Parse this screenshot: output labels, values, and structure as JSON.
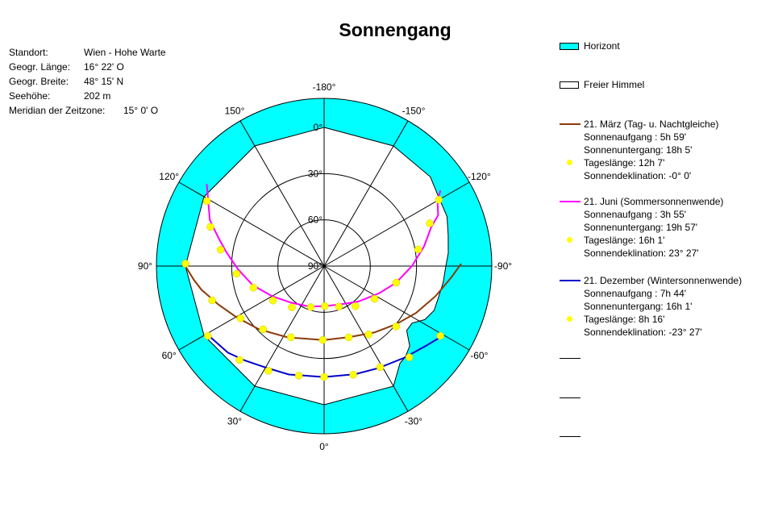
{
  "title": "Sonnengang",
  "info": [
    {
      "label": "Standort:",
      "value": "Wien - Hohe Warte"
    },
    {
      "label": "Geogr. Länge:",
      "value": "16° 22' O"
    },
    {
      "label": "Geogr. Breite:",
      "value": "48° 15' N"
    },
    {
      "label": "Seehöhe:",
      "value": "202 m"
    },
    {
      "label": "Meridian der Zeitzone:",
      "value": "15° 0' O"
    }
  ],
  "legend": {
    "horizon": {
      "label": "Horizont",
      "color": "#00ffff"
    },
    "sky": {
      "label": "Freier Himmel",
      "color": "#ffffff"
    },
    "series": [
      {
        "name": "21. März (Tag- u. Nachtgleiche)",
        "color": "#8b3a0a",
        "sunrise": "Sonnenaufgang  : 5h 59'",
        "sunset": "Sonnenuntergang: 18h 5'",
        "daylength": "Tageslänge: 12h 7'",
        "declination": "Sonnendeklination: -0° 0'"
      },
      {
        "name": "21. Juni (Sommersonnenwende)",
        "color": "#ff00ff",
        "sunrise": "Sonnenaufgang  : 3h 55'",
        "sunset": "Sonnenuntergang: 19h 57'",
        "daylength": "Tageslänge: 16h 1'",
        "declination": "Sonnendeklination: 23° 27'"
      },
      {
        "name": "21. Dezember (Wintersonnenwende)",
        "color": "#0000cc",
        "sunrise": "Sonnenaufgang  : 7h 44'",
        "sunset": "Sonnenuntergang: 16h 1'",
        "daylength": "Tageslänge: 8h 16'",
        "declination": "Sonnendeklination: -23° 27'"
      }
    ],
    "marker_color": "#ffff00"
  },
  "chart_data": {
    "type": "polar-sunpath",
    "title": "Sonnengang",
    "azimuth_labels": [
      {
        "az": 180,
        "text": "-180°"
      },
      {
        "az": 150,
        "text": "150°"
      },
      {
        "az": -150,
        "text": "-150°"
      },
      {
        "az": 120,
        "text": "120°"
      },
      {
        "az": -120,
        "text": "-120°"
      },
      {
        "az": 90,
        "text": "90°"
      },
      {
        "az": -90,
        "text": "-90°"
      },
      {
        "az": 60,
        "text": "60°"
      },
      {
        "az": -60,
        "text": "-60°"
      },
      {
        "az": 30,
        "text": "30°"
      },
      {
        "az": -30,
        "text": "-30°"
      },
      {
        "az": 0,
        "text": "0°"
      }
    ],
    "altitude_rings": [
      0,
      30,
      60,
      90
    ],
    "altitude_labels": [
      "0°",
      "30°",
      "60°",
      "90°"
    ],
    "radial_lines_every_deg": 30,
    "horizon_profile": [
      {
        "az": -180,
        "alt": 0
      },
      {
        "az": -150,
        "alt": 0
      },
      {
        "az": -130,
        "alt": 0
      },
      {
        "az": -122,
        "alt": 3
      },
      {
        "az": -112,
        "alt": 4
      },
      {
        "az": -104,
        "alt": 7
      },
      {
        "az": -96,
        "alt": 9
      },
      {
        "az": -90,
        "alt": 11
      },
      {
        "az": -82,
        "alt": 12
      },
      {
        "az": -75,
        "alt": 13
      },
      {
        "az": -68,
        "alt": 13
      },
      {
        "az": -62,
        "alt": 16
      },
      {
        "az": -57,
        "alt": 22
      },
      {
        "az": -52,
        "alt": 22
      },
      {
        "az": -47,
        "alt": 14
      },
      {
        "az": -42,
        "alt": 11
      },
      {
        "az": -38,
        "alt": 10
      },
      {
        "az": -30,
        "alt": 0
      },
      {
        "az": 0,
        "alt": 0
      },
      {
        "az": 30,
        "alt": 0
      },
      {
        "az": 60,
        "alt": 0
      },
      {
        "az": 90,
        "alt": 0
      },
      {
        "az": 120,
        "alt": 0
      },
      {
        "az": 150,
        "alt": 0
      },
      {
        "az": 180,
        "alt": 0
      }
    ],
    "series": [
      {
        "name": "21. März (Tag- u. Nachtgleiche)",
        "points": [
          {
            "az": 91,
            "alt": -1
          },
          {
            "az": 84,
            "alt": 5
          },
          {
            "az": 79,
            "alt": 9
          },
          {
            "az": 70,
            "alt": 17
          },
          {
            "az": 60,
            "alt": 24
          },
          {
            "az": 46,
            "alt": 31
          },
          {
            "az": 27,
            "alt": 38
          },
          {
            "az": 0,
            "alt": 42
          },
          {
            "az": -20,
            "alt": 41
          },
          {
            "az": -37,
            "alt": 36
          },
          {
            "az": -51,
            "alt": 30
          },
          {
            "az": -63,
            "alt": 23
          },
          {
            "az": -75,
            "alt": 15
          },
          {
            "az": -85,
            "alt": 7
          },
          {
            "az": -91,
            "alt": 1
          }
        ],
        "markers": [
          {
            "az": 91,
            "alt": 0
          },
          {
            "az": 73,
            "alt": 14
          },
          {
            "az": 58,
            "alt": 26
          },
          {
            "az": 44,
            "alt": 33
          },
          {
            "az": 25,
            "alt": 39
          },
          {
            "az": 1,
            "alt": 42
          },
          {
            "az": -19,
            "alt": 41
          },
          {
            "az": -33,
            "alt": 37
          },
          {
            "az": -50,
            "alt": 29
          }
        ]
      },
      {
        "name": "21. Juni (Sommersonnenwende)",
        "points": [
          {
            "az": 125,
            "alt": -3
          },
          {
            "az": 121,
            "alt": 2
          },
          {
            "az": 112,
            "alt": 10
          },
          {
            "az": 105,
            "alt": 19
          },
          {
            "az": 98,
            "alt": 26
          },
          {
            "az": 88,
            "alt": 34
          },
          {
            "az": 75,
            "alt": 42
          },
          {
            "az": 60,
            "alt": 51
          },
          {
            "az": 42,
            "alt": 58
          },
          {
            "az": 20,
            "alt": 62
          },
          {
            "az": 0,
            "alt": 64
          },
          {
            "az": -23,
            "alt": 63
          },
          {
            "az": -44,
            "alt": 58
          },
          {
            "az": -64,
            "alt": 50
          },
          {
            "az": -77,
            "alt": 42
          },
          {
            "az": -90,
            "alt": 33
          },
          {
            "az": -101,
            "alt": 24
          },
          {
            "az": -110,
            "alt": 16
          },
          {
            "az": -114,
            "alt": 9
          },
          {
            "az": -120,
            "alt": 5
          },
          {
            "az": -123,
            "alt": 0
          }
        ],
        "markers": [
          {
            "az": 119,
            "alt": 3
          },
          {
            "az": 109,
            "alt": 12
          },
          {
            "az": 99,
            "alt": 22
          },
          {
            "az": 85,
            "alt": 33
          },
          {
            "az": 73,
            "alt": 42
          },
          {
            "az": 56,
            "alt": 50
          },
          {
            "az": 38,
            "alt": 56
          },
          {
            "az": 18,
            "alt": 62
          },
          {
            "az": -1,
            "alt": 64
          },
          {
            "az": -20,
            "alt": 62
          },
          {
            "az": -38,
            "alt": 57
          },
          {
            "az": -57,
            "alt": 51
          },
          {
            "az": -77,
            "alt": 42
          },
          {
            "az": -100,
            "alt": 28
          },
          {
            "az": -112,
            "alt": 16
          },
          {
            "az": -120,
            "alt": 4
          }
        ]
      },
      {
        "name": "21. Dezember (Wintersonnenwende)",
        "points": [
          {
            "az": 60,
            "alt": 2
          },
          {
            "az": 48,
            "alt": 6
          },
          {
            "az": 40,
            "alt": 10
          },
          {
            "az": 30,
            "alt": 14
          },
          {
            "az": 18,
            "alt": 16
          },
          {
            "az": 0,
            "alt": 18
          },
          {
            "az": -16,
            "alt": 17
          },
          {
            "az": -28,
            "alt": 15
          },
          {
            "az": -41,
            "alt": 11
          },
          {
            "az": -52,
            "alt": 6
          },
          {
            "az": -58,
            "alt": 2
          }
        ],
        "markers": [
          {
            "az": 59,
            "alt": 2
          },
          {
            "az": 42,
            "alt": 8
          },
          {
            "az": 28,
            "alt": 13
          },
          {
            "az": 13,
            "alt": 17
          },
          {
            "az": 0,
            "alt": 18
          },
          {
            "az": -15,
            "alt": 17
          },
          {
            "az": -29,
            "alt": 15
          },
          {
            "az": -43,
            "alt": 9
          },
          {
            "az": -59,
            "alt": 2
          }
        ]
      }
    ]
  }
}
